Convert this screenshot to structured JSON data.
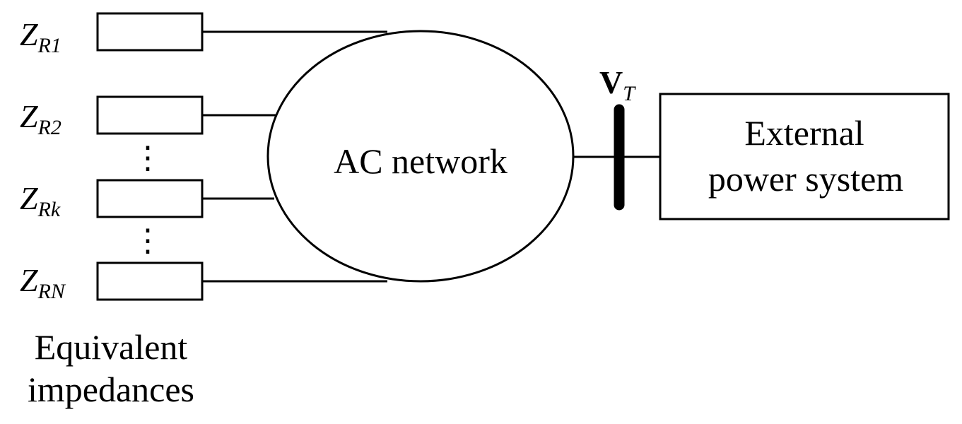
{
  "impedances": [
    {
      "main": "Z",
      "sub": "R1"
    },
    {
      "main": "Z",
      "sub": "R2"
    },
    {
      "main": "Z",
      "sub": "Rk"
    },
    {
      "main": "Z",
      "sub": "RN"
    }
  ],
  "ellipsis": "⋮",
  "impedance_group_label": [
    "Equivalent",
    "impedances"
  ],
  "network_label": "AC network",
  "bus_label": {
    "main": "V",
    "sub": "T"
  },
  "external_label": [
    "External",
    "power system"
  ],
  "colors": {
    "stroke": "#000000",
    "background": "#ffffff"
  }
}
